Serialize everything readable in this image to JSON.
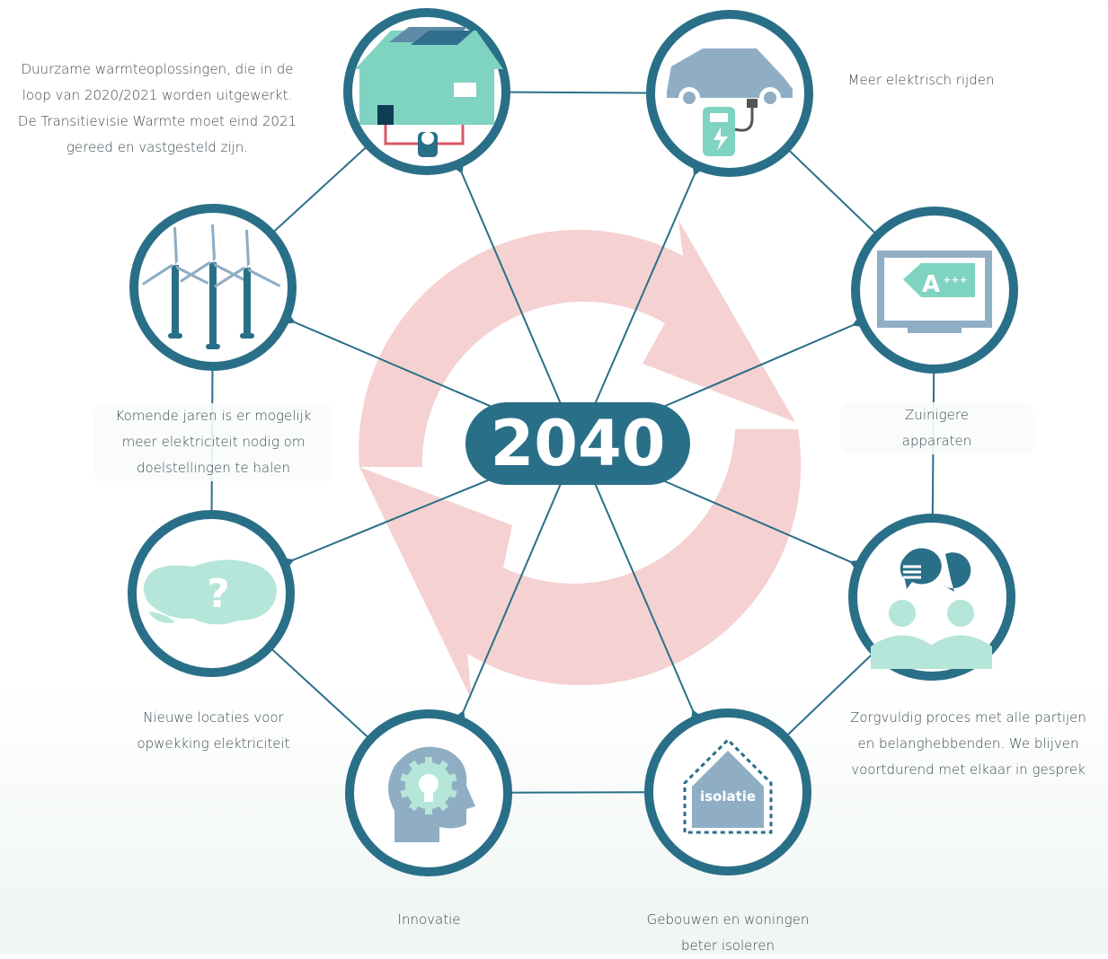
{
  "center": {
    "year": "2040"
  },
  "colors": {
    "ring": "#2a6f88",
    "arrows": "#f5d1d1",
    "mint": "#7fd3c1",
    "mint_light": "#b5e6d9",
    "steel": "#8faec4",
    "steel_dark": "#5f8ba8",
    "background_tint": "#eef5f3",
    "text": "#3e4a52"
  },
  "nodes": [
    {
      "id": "warmte",
      "icon": "solar-house-heatpump-icon",
      "caption": [
        "Duurzame warmteoplossingen, die in de",
        "loop van 2020/2021 worden uitgewerkt.",
        "De Transitievisie Warmte moet eind 2021",
        "gereed en vastgesteld zijn."
      ]
    },
    {
      "id": "elektrisch-rijden",
      "icon": "electric-car-charger-icon",
      "caption": [
        "Meer elektrisch rijden"
      ]
    },
    {
      "id": "apparaten",
      "icon": "energy-label-monitor-icon",
      "label_text": "A",
      "label_suffix": "+++",
      "caption": [
        "Zuinigere",
        "apparaten"
      ]
    },
    {
      "id": "proces",
      "icon": "people-conversation-icon",
      "caption": [
        "Zorgvuldig proces met alle partijen",
        "en belanghebbenden. We blijven",
        "voortdurend met elkaar in gesprek"
      ]
    },
    {
      "id": "isolatie",
      "icon": "insulated-house-icon",
      "label_text": "isolatie",
      "caption": [
        "Gebouwen en woningen",
        "beter isoleren"
      ]
    },
    {
      "id": "innovatie",
      "icon": "head-lightbulb-icon",
      "caption": [
        "Innovatie"
      ]
    },
    {
      "id": "locaties",
      "icon": "map-question-icon",
      "question_mark": "?",
      "caption": [
        "Nieuwe locaties voor",
        "opwekking elektriciteit"
      ]
    },
    {
      "id": "elektriciteit",
      "icon": "wind-turbines-icon",
      "caption": [
        "Komende jaren is er mogelijk",
        "meer elektriciteit nodig om",
        "doelstellingen te halen"
      ]
    }
  ]
}
